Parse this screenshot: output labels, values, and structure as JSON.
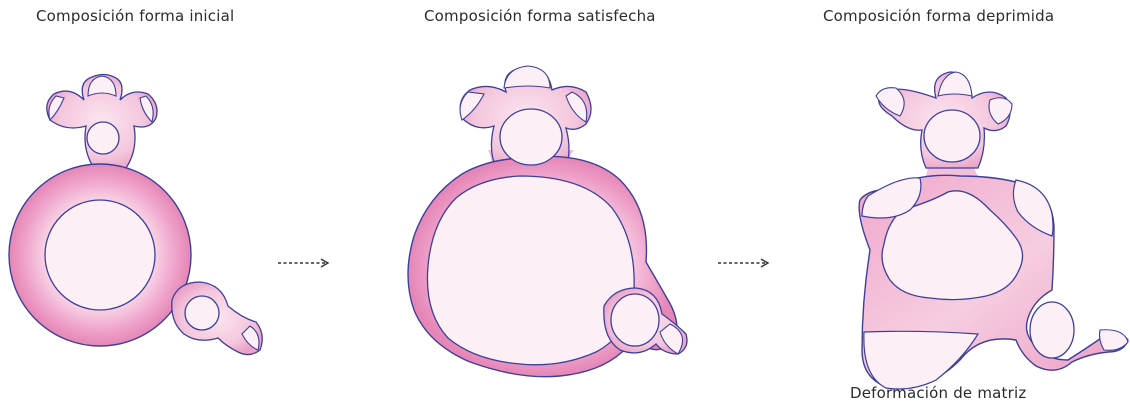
{
  "labels": {
    "initial": "Composición forma inicial",
    "satisfied": "Composición forma satisfecha",
    "depressed": "Composición forma deprimida",
    "deformation": "Deformación de matriz"
  },
  "colors": {
    "outline": "#3d3f9a",
    "outer_fill": "#f5c9df",
    "outer_shade": "#e98fbd",
    "inner_fill": "#fbeef4",
    "arrow": "#333333"
  }
}
